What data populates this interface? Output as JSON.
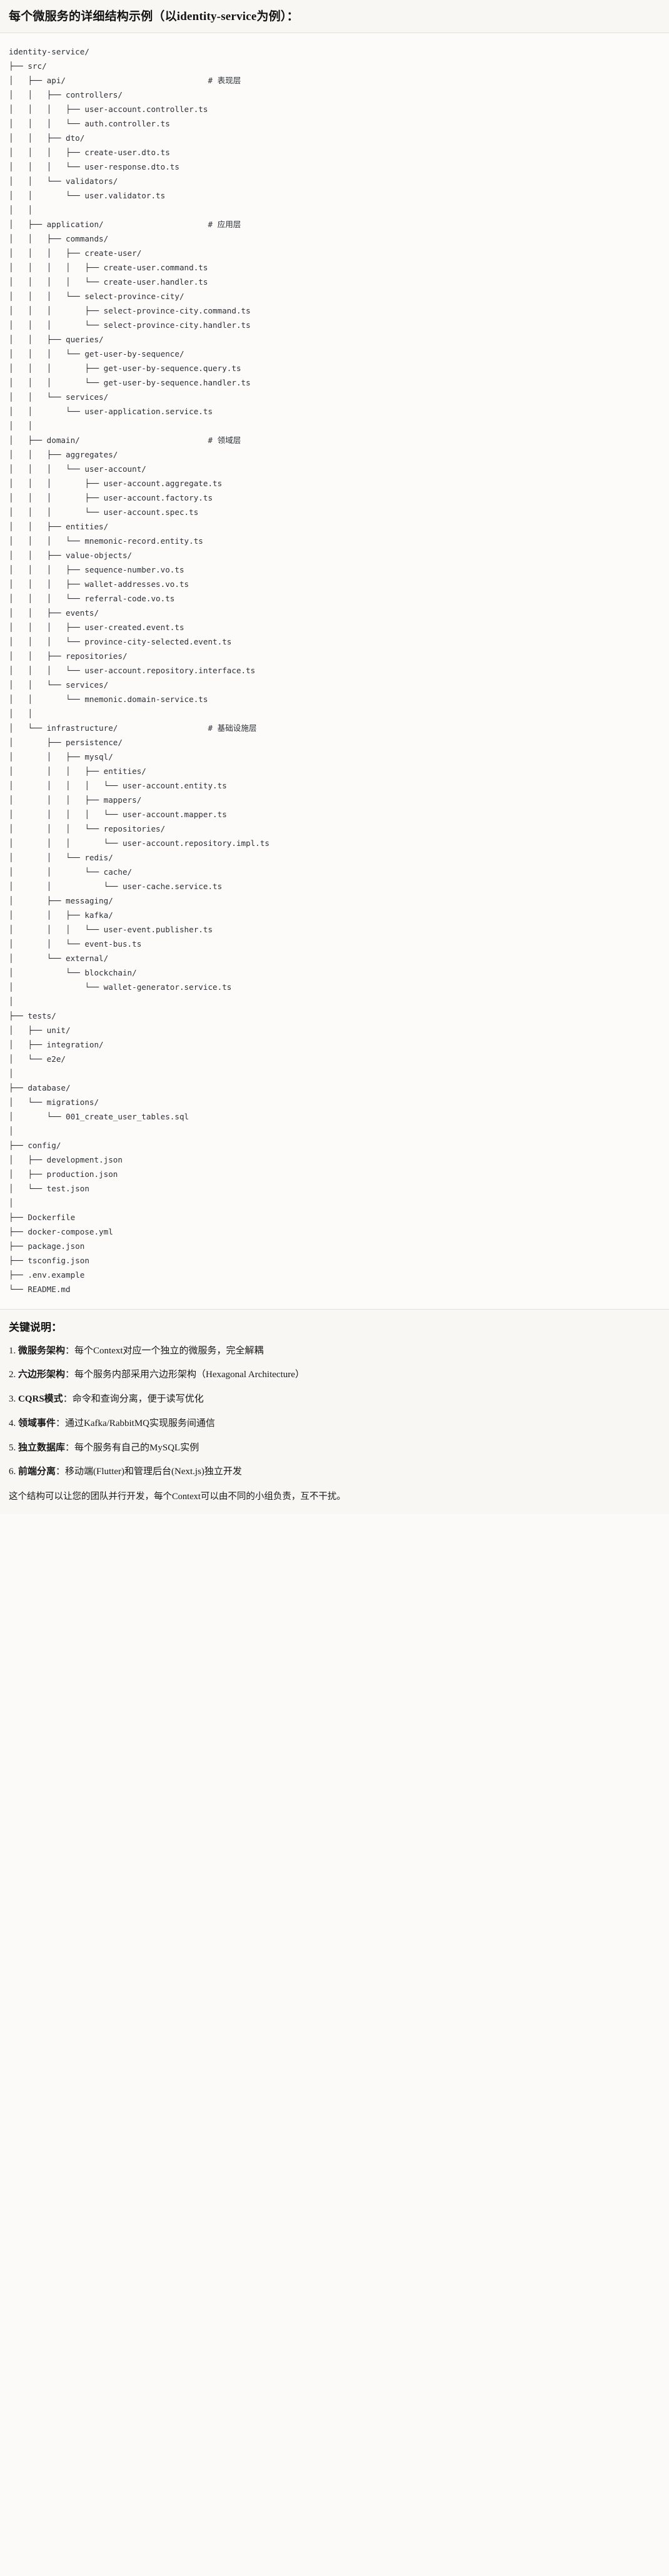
{
  "title": "每个微服务的详细结构示例（以identity-service为例）：",
  "tree": {
    "root": "identity-service/",
    "text": "identity-service/\n├── src/\n│   ├── api/                              # 表现层\n│   │   ├── controllers/\n│   │   │   ├── user-account.controller.ts\n│   │   │   └── auth.controller.ts\n│   │   ├── dto/\n│   │   │   ├── create-user.dto.ts\n│   │   │   └── user-response.dto.ts\n│   │   └── validators/\n│   │       └── user.validator.ts\n│   │\n│   ├── application/                      # 应用层\n│   │   ├── commands/\n│   │   │   ├── create-user/\n│   │   │   │   ├── create-user.command.ts\n│   │   │   │   └── create-user.handler.ts\n│   │   │   └── select-province-city/\n│   │   │       ├── select-province-city.command.ts\n│   │   │       └── select-province-city.handler.ts\n│   │   ├── queries/\n│   │   │   └── get-user-by-sequence/\n│   │   │       ├── get-user-by-sequence.query.ts\n│   │   │       └── get-user-by-sequence.handler.ts\n│   │   └── services/\n│   │       └── user-application.service.ts\n│   │\n│   ├── domain/                           # 领域层\n│   │   ├── aggregates/\n│   │   │   └── user-account/\n│   │   │       ├── user-account.aggregate.ts\n│   │   │       ├── user-account.factory.ts\n│   │   │       └── user-account.spec.ts\n│   │   ├── entities/\n│   │   │   └── mnemonic-record.entity.ts\n│   │   ├── value-objects/\n│   │   │   ├── sequence-number.vo.ts\n│   │   │   ├── wallet-addresses.vo.ts\n│   │   │   └── referral-code.vo.ts\n│   │   ├── events/\n│   │   │   ├── user-created.event.ts\n│   │   │   └── province-city-selected.event.ts\n│   │   ├── repositories/\n│   │   │   └── user-account.repository.interface.ts\n│   │   └── services/\n│   │       └── mnemonic.domain-service.ts\n│   │\n│   └── infrastructure/                   # 基础设施层\n│       ├── persistence/\n│       │   ├── mysql/\n│       │   │   ├── entities/\n│       │   │   │   └── user-account.entity.ts\n│       │   │   ├── mappers/\n│       │   │   │   └── user-account.mapper.ts\n│       │   │   └── repositories/\n│       │   │       └── user-account.repository.impl.ts\n│       │   └── redis/\n│       │       └── cache/\n│       │           └── user-cache.service.ts\n│       ├── messaging/\n│       │   ├── kafka/\n│       │   │   └── user-event.publisher.ts\n│       │   └── event-bus.ts\n│       └── external/\n│           └── blockchain/\n│               └── wallet-generator.service.ts\n│\n├── tests/\n│   ├── unit/\n│   ├── integration/\n│   └── e2e/\n│\n├── database/\n│   └── migrations/\n│       └── 001_create_user_tables.sql\n│\n├── config/\n│   ├── development.json\n│   ├── production.json\n│   └── test.json\n│\n├── Dockerfile\n├── docker-compose.yml\n├── package.json\n├── tsconfig.json\n├── .env.example\n└── README.md",
    "layer_comments": [
      {
        "path": "api/",
        "comment": "# 表现层"
      },
      {
        "path": "application/",
        "comment": "# 应用层"
      },
      {
        "path": "domain/",
        "comment": "# 领域层"
      },
      {
        "path": "infrastructure/",
        "comment": "# 基础设施层"
      }
    ]
  },
  "notes": {
    "heading": "关键说明：",
    "items": [
      {
        "num": "1.",
        "lead": "微服务架构",
        "sep": "：",
        "body": "每个Context对应一个独立的微服务，完全解耦"
      },
      {
        "num": "2.",
        "lead": "六边形架构",
        "sep": "：",
        "body": "每个服务内部采用六边形架构（Hexagonal Architecture）"
      },
      {
        "num": "3.",
        "lead": "CQRS模式",
        "sep": "：",
        "body": "命令和查询分离，便于读写优化"
      },
      {
        "num": "4.",
        "lead": "领域事件",
        "sep": "：",
        "body": "通过Kafka/RabbitMQ实现服务间通信"
      },
      {
        "num": "5.",
        "lead": "独立数据库",
        "sep": "：",
        "body": "每个服务有自己的MySQL实例"
      },
      {
        "num": "6.",
        "lead": "前端分离",
        "sep": "：",
        "body": "移动端(Flutter)和管理后台(Next.js)独立开发"
      }
    ],
    "closing": "这个结构可以让您的团队并行开发，每个Context可以由不同的小组负责，互不干扰。"
  }
}
